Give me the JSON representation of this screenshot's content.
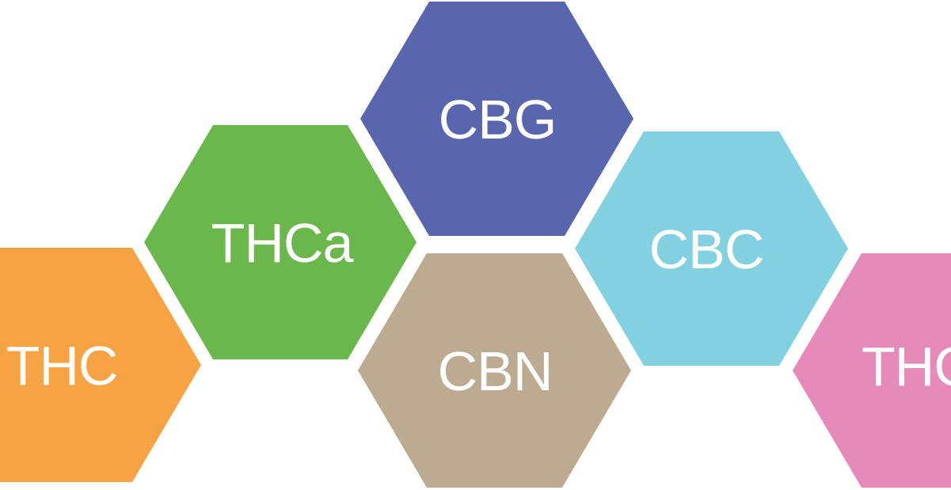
{
  "hexagons": [
    {
      "label": "THC",
      "color": "#f7a343"
    },
    {
      "label": "THCa",
      "color": "#6ab74c"
    },
    {
      "label": "CBG",
      "color": "#5966ae"
    },
    {
      "label": "CBN",
      "color": "#bcab91"
    },
    {
      "label": "CBC",
      "color": "#82d1e0"
    },
    {
      "label": "THC",
      "color": "#e68ab9"
    }
  ]
}
